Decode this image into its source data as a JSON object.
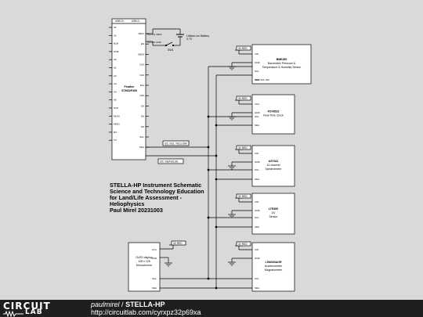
{
  "feather": {
    "name": "Feather",
    "model": "STM32F405",
    "top_left_pin": "USB D+",
    "top_right_pin": "USB D-",
    "left_pins": [
      "3V",
      "3V",
      "BLM",
      "GND",
      "A0",
      "A1",
      "A2",
      "A3",
      "A4",
      "A5",
      "SCK",
      "MOSI",
      "MISO",
      "RX",
      "TX"
    ],
    "right_pins": [
      "VBAT",
      "EN",
      "VBUS",
      "D13",
      "D12",
      "D11",
      "D10",
      "D9",
      "D6",
      "D5",
      "SCL",
      "SDA"
    ]
  },
  "battery": {
    "label": "Lithium-ion Battery",
    "voltage": "3.7V",
    "switch": "SW1"
  },
  "power_labels": {
    "vbat_pin": "JST-PH VBAT",
    "gnd_pin": "JST-PH GND"
  },
  "nets": {
    "scl": "I2C SCL YELLOW",
    "sda": "I2C SDA BLUE",
    "red": "3V RED"
  },
  "sensors": [
    {
      "id": "bme280",
      "lines": [
        "BME280",
        "Barometric Pressure &",
        "Temperature & Humidity Sensor"
      ],
      "pins": [
        "VIN",
        "GND",
        "SCL",
        "SDA"
      ],
      "extra_pin": "SDO SCL SDI"
    },
    {
      "id": "pcf8523",
      "lines": [
        "PCF8523",
        "Real Time Clock"
      ],
      "pins": [
        "VCC",
        "GND",
        "SCL",
        "SDA"
      ]
    },
    {
      "id": "as7341",
      "lines": [
        "AS7341",
        "10 channel",
        "Spectrometer"
      ],
      "pins": [
        "VIN",
        "GND",
        "SCL",
        "SDA"
      ]
    },
    {
      "id": "ltr390",
      "lines": [
        "LTR390",
        "UV",
        "Sensor"
      ],
      "pins": [
        "VIN",
        "GND",
        "SCL",
        "SDA"
      ]
    },
    {
      "id": "lsm303agr",
      "lines": [
        "LSM303AGR",
        "Accelerometer",
        "Magnetometer"
      ],
      "pins": [
        "VIN",
        "GND",
        "SCL",
        "SDA"
      ]
    }
  ],
  "oled": {
    "lines": [
      "OLED display",
      "128 x 128",
      "Monochrome"
    ],
    "pins": [
      "VCC",
      "GND",
      "SCL",
      "SDA"
    ]
  },
  "notes": {
    "line1": "STELLA-HP Instrument Schematic",
    "line2": "Science and Technology Education",
    "line3": "for Land/Life Assessment -",
    "line4": "Heliophysics",
    "line5": "Paul Mirel 20231003"
  },
  "footer": {
    "brand_top": "CIRCUIT",
    "brand_bottom": "LAB",
    "user": "paulmirel",
    "separator": "/",
    "title": "STELLA-HP",
    "url": "http://circuitlab.com/cyrxpz32p69xa"
  }
}
